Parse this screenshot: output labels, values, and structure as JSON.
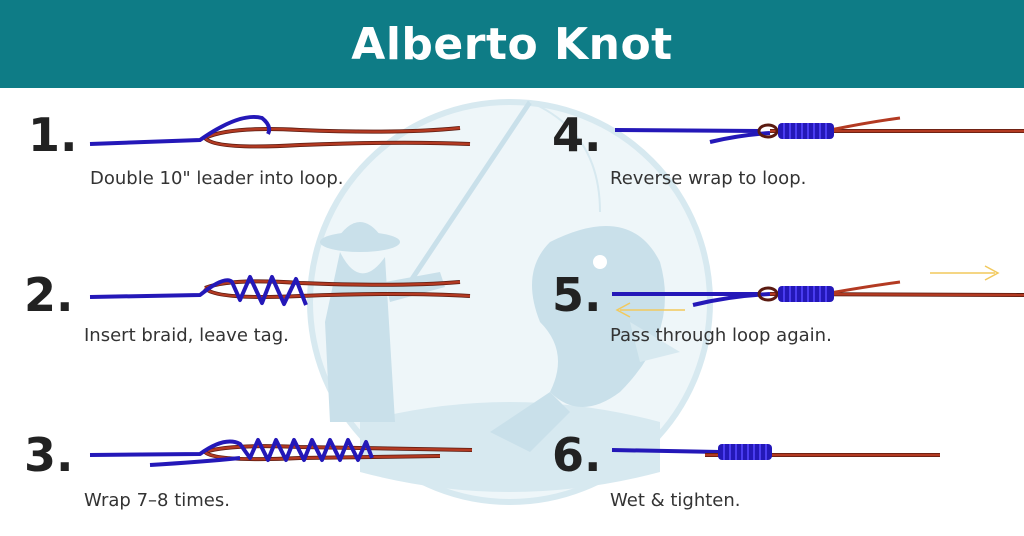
{
  "title": "Alberto Knot",
  "colors": {
    "header": "#0e7c86",
    "braid": "#2418b8",
    "leader": "#b33a22",
    "leader_dark": "#5a1a10",
    "arrow": "#f2c95c",
    "watermark": "#d7e9f0"
  },
  "steps": [
    {
      "number": "1.",
      "caption": "Double 10\" leader into loop."
    },
    {
      "number": "2.",
      "caption": "Insert braid, leave tag."
    },
    {
      "number": "3.",
      "caption": "Wrap 7–8 times."
    },
    {
      "number": "4.",
      "caption": "Reverse wrap to loop."
    },
    {
      "number": "5.",
      "caption": "Pass through loop again."
    },
    {
      "number": "6.",
      "caption": "Wet & tighten."
    }
  ]
}
